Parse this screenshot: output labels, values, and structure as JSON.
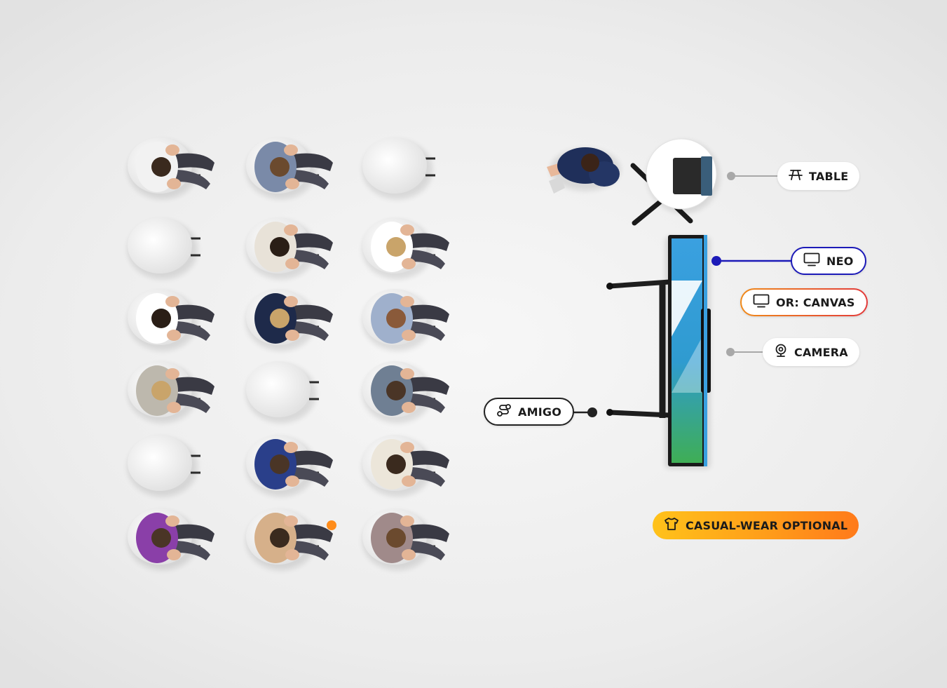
{
  "labels": {
    "table": "TABLE",
    "neo": "NEO",
    "canvas": "OR: CANVAS",
    "camera": "CAMERA",
    "amigo": "AMIGO",
    "casual": "CASUAL-WEAR OPTIONAL"
  },
  "icons": {
    "table": "picnic-table-icon",
    "neo": "monitor-icon",
    "canvas": "monitor-icon",
    "camera": "webcam-icon",
    "amigo": "link-icon",
    "casual": "t-shirt-icon"
  },
  "colors": {
    "neo_accent": "#1c1ab8",
    "canvas_gradient_start": "#f08a1a",
    "canvas_gradient_end": "#e33a3a",
    "casual_gradient_start": "#ffc21a",
    "casual_gradient_end": "#ff7a1a",
    "connector_gray": "#a8a8a8",
    "amigo_accent": "#222222",
    "screen_blue": "#3aa0e0",
    "screen_green": "#3fae55"
  }
}
